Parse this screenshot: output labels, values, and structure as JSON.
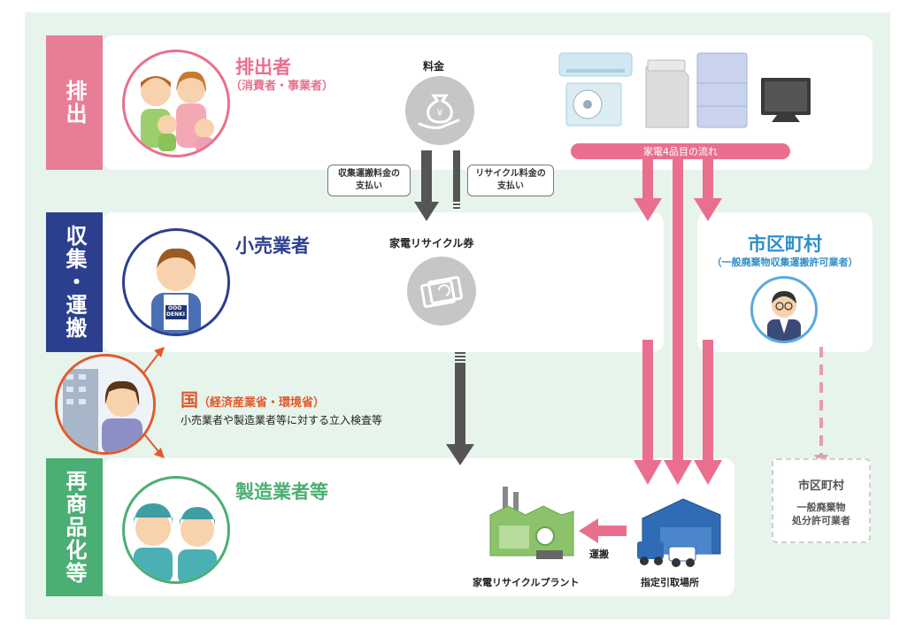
{
  "rows": {
    "discharge": {
      "label": "排出",
      "color": "#e87d96"
    },
    "collection": {
      "label_top": "収集",
      "label_dot": "・",
      "label_bottom": "運搬",
      "color": "#2c3f8f"
    },
    "recommercial": {
      "label": "再商品化等",
      "color": "#4bae74"
    }
  },
  "discharger": {
    "title": "排出者",
    "subtitle": "（消費者・事業者）",
    "color": "#e8718e"
  },
  "fee": {
    "label": "料金"
  },
  "collection_payment": {
    "line1": "収集運搬料金の",
    "line2": "支払い"
  },
  "recycle_payment": {
    "line1": "リサイクル料金の",
    "line2": "支払い"
  },
  "appliance_flow": {
    "label": "家電4品目の流れ"
  },
  "retailer": {
    "title": "小売業者",
    "color": "#2c3f8f",
    "badge1": "OOO",
    "badge2": "DENKI"
  },
  "ticket": {
    "label": "家電リサイクル券"
  },
  "municipality": {
    "title": "市区町村",
    "subtitle": "（一般廃棄物収集運搬許可業者）",
    "color": "#2f8fc9"
  },
  "government": {
    "title": "国",
    "title_paren": "（経済産業省・環境省）",
    "desc": "小売業者や製造業者等に対する立入検査等",
    "color": "#e05a2c"
  },
  "manufacturer": {
    "title": "製造業者等",
    "color": "#4bae74"
  },
  "plant": {
    "label": "家電リサイクルプラント"
  },
  "transport": {
    "label": "運搬"
  },
  "collection_site": {
    "label": "指定引取場所"
  },
  "municipal_disposal": {
    "title": "市区町村",
    "line1": "一般廃棄物",
    "line2": "処分許可業者"
  }
}
